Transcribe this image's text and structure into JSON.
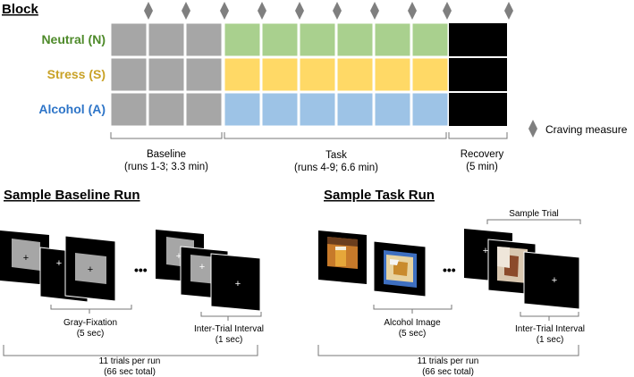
{
  "header": {
    "title": "Block"
  },
  "conditions": [
    {
      "label": "Neutral (N)",
      "label_color": "#4e8a2a",
      "task_fill": "#a9d08e"
    },
    {
      "label": "Stress (S)",
      "label_color": "#c9a227",
      "task_fill": "#ffd966"
    },
    {
      "label": "Alcohol (A)",
      "label_color": "#2e75c8",
      "task_fill": "#9dc3e6"
    }
  ],
  "colors": {
    "baseline_fill": "#a6a6a6",
    "recovery_fill": "#000000",
    "marker": "#7f7f7f"
  },
  "phases": {
    "baseline": {
      "title": "Baseline",
      "detail": "(runs 1-3; 3.3 min)"
    },
    "task": {
      "title": "Task",
      "detail": "(runs 4-9; 6.6 min)"
    },
    "recovery": {
      "title": "Recovery",
      "detail": "(5 min)"
    }
  },
  "legend": {
    "marker_label": "Craving measure",
    "marker_icon": "diamond-icon"
  },
  "sample_baseline": {
    "title": "Sample Baseline Run",
    "ellipsis": "•••",
    "cross": "+",
    "fixation_label": "Gray-Fixation",
    "fixation_duration": "(5 sec)",
    "iti_label": "Inter-Trial  Interval",
    "iti_duration": "(1 sec)",
    "trials": "11 trials per run",
    "total": "(66 sec total)"
  },
  "sample_task": {
    "title": "Sample Task Run",
    "ellipsis": "•••",
    "cross": "+",
    "sample_trial_label": "Sample Trial",
    "image_label": "Alcohol Image",
    "image_duration": "(5 sec)",
    "iti_label": "Inter-Trial  Interval",
    "iti_duration": "(1 sec)",
    "trials": "11 trials per run",
    "total": "(66 sec total)"
  }
}
